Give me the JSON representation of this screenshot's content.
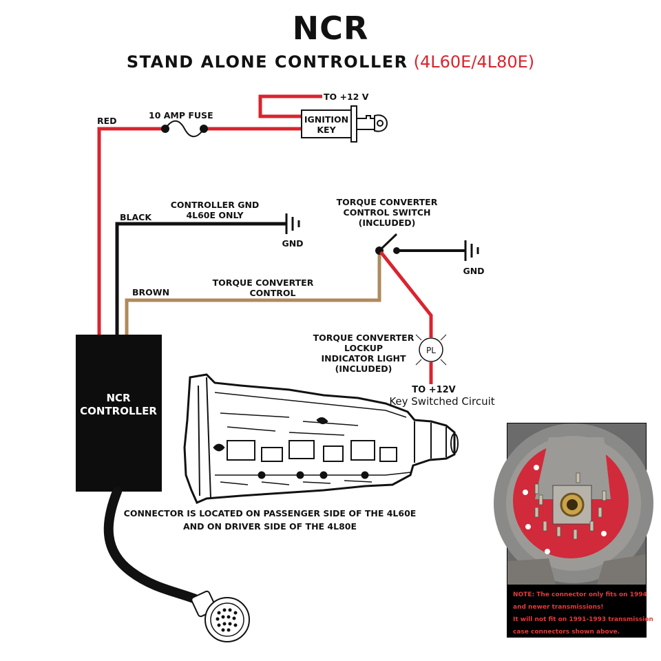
{
  "header": {
    "title": "NCR",
    "subtitle": "STAND ALONE CONTROLLER",
    "subtitle_models": "(4L60E/4L80E)"
  },
  "wires": {
    "red_label": "RED",
    "black_label": "BLACK",
    "brown_label": "BROWN",
    "fuse_label": "10 AMP FUSE",
    "to_12v_top": "TO +12 V",
    "ignition_key_line1": "IGNITION",
    "ignition_key_line2": "KEY",
    "controller_gnd_line1": "CONTROLLER GND",
    "controller_gnd_line2": "4L60E ONLY",
    "gnd_left": "GND",
    "gnd_right": "GND",
    "tcc_control_line1": "TORQUE CONVERTER",
    "tcc_control_line2": "CONTROL",
    "tcc_switch_line1": "TORQUE CONVERTER",
    "tcc_switch_line2": "CONTROL SWITCH",
    "tcc_switch_line3": "(INCLUDED)",
    "indicator_line1": "TORQUE CONVERTER",
    "indicator_line2": "LOCKUP",
    "indicator_line3": "INDICATOR LIGHT",
    "indicator_line4": "(INCLUDED)",
    "lamp_label": "PL",
    "to_12v_bottom": "TO +12V",
    "key_switched": "Key Switched Circuit"
  },
  "controller": {
    "line1": "NCR",
    "line2": "CONTROLLER"
  },
  "connector_note": {
    "line1": "CONNECTOR IS LOCATED ON PASSENGER SIDE OF THE 4L60E",
    "line2": "AND ON DRIVER SIDE OF THE 4L80E"
  },
  "photo_note": {
    "line1": "NOTE: The connector only fits on 1994",
    "line2": "and newer transmissions!",
    "line3": "It will not fit on 1991-1993 transmission",
    "line4": "case connectors shown above."
  },
  "colors": {
    "red_wire": "#d9242e",
    "black_wire": "#111111",
    "brown_wire": "#b08a5c",
    "controller_fill": "#0d0d0d",
    "connector_red": "#d12a3a"
  }
}
